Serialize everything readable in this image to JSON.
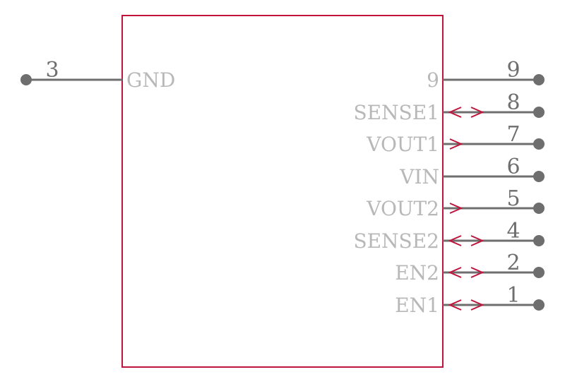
{
  "component": {
    "left_pins": [
      {
        "number": "3",
        "name": "GND",
        "direction": "none"
      }
    ],
    "right_pins": [
      {
        "number": "9",
        "name": "9",
        "direction": "none"
      },
      {
        "number": "8",
        "name": "SENSE1",
        "direction": "bidirectional"
      },
      {
        "number": "7",
        "name": "VOUT1",
        "direction": "output"
      },
      {
        "number": "6",
        "name": "VIN",
        "direction": "none"
      },
      {
        "number": "5",
        "name": "VOUT2",
        "direction": "output"
      },
      {
        "number": "4",
        "name": "SENSE2",
        "direction": "bidirectional"
      },
      {
        "number": "2",
        "name": "EN2",
        "direction": "bidirectional"
      },
      {
        "number": "1",
        "name": "EN1",
        "direction": "bidirectional"
      }
    ],
    "colors": {
      "body_outline": "#c0143c",
      "pin": "#6e6e6e",
      "pin_name": "#b8b8b8",
      "direction_marker": "#c0143c"
    }
  }
}
